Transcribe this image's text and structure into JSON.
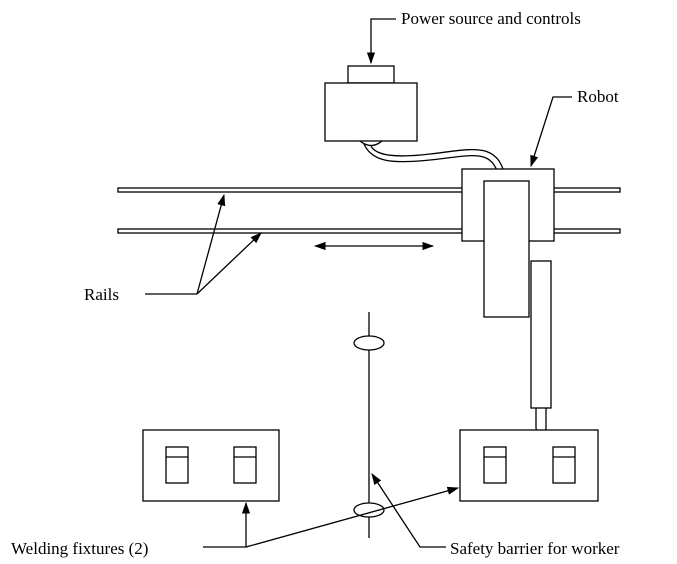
{
  "diagram": {
    "labels": {
      "power": "Power source and controls",
      "robot": "Robot",
      "rails": "Rails",
      "fixtures": "Welding fixtures (2)",
      "barrier": "Safety barrier for worker"
    },
    "colors": {
      "ink": "#000000",
      "background": "#ffffff"
    }
  }
}
